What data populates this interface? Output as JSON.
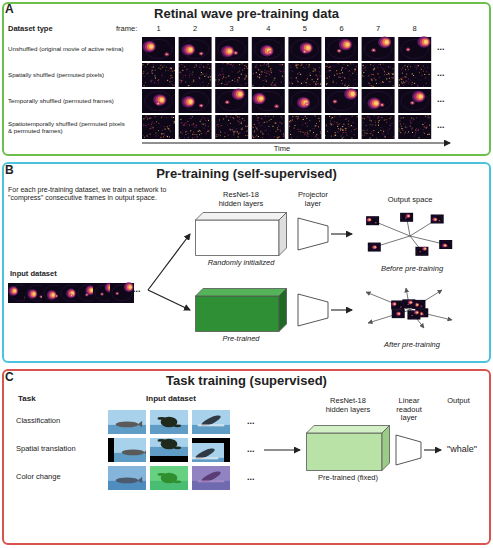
{
  "diagram": {
    "nodes": [
      {
        "text": [
          "Retinal wave pre-training data"
        ]
      },
      {
        "text": [
          "Pre-training (self-supervised)"
        ]
      },
      {
        "text": [
          "Task training (supervised)"
        ]
      },
      {
        "text": [
          "Input dataset"
        ],
        "in": 1
      },
      {
        "text": [
          "Randomly initialized"
        ],
        "in": 1
      },
      {
        "text": [
          "Before pre-training"
        ],
        "in": 1
      },
      {
        "text": [
          "Pre-trained"
        ],
        "in": 1
      },
      {
        "text": [
          "After pre-training"
        ],
        "in": 1
      },
      {
        "text": [
          "Pre-trained (fixed)"
        ],
        "in": 2
      }
    ],
    "edges": [
      {
        "from": 3,
        "to": 4,
        "arrow": "to"
      },
      {
        "from": 3,
        "to": 6,
        "arrow": "to"
      }
    ],
    "labels": [
      "A",
      "Dataset type",
      "frame:",
      "1",
      "2",
      "3",
      "4",
      "5",
      "6",
      "7",
      "8",
      "Unshuffled (original movie of active retina)",
      "Spatially shuffled (permuted pixels)",
      "Temporally shuffled (permuted frames)",
      "Spatiotemporally shuffled (permuted pixels & permuted frames)",
      "...",
      "...",
      "...",
      "...",
      "Time",
      "B",
      "For each pre-training dataset, we train a network to \"compress\" consecutive frames in output space.",
      "ResNet-18 hidden layers",
      "Projector layer",
      "Output space",
      "...",
      "C",
      "Task",
      "Input dataset",
      "Classification",
      "Spatial translation",
      "Color change",
      "ResNet-18 hidden layers",
      "Linear readout layer",
      "Output",
      "\"whale\"",
      "...",
      "...",
      "..."
    ]
  }
}
